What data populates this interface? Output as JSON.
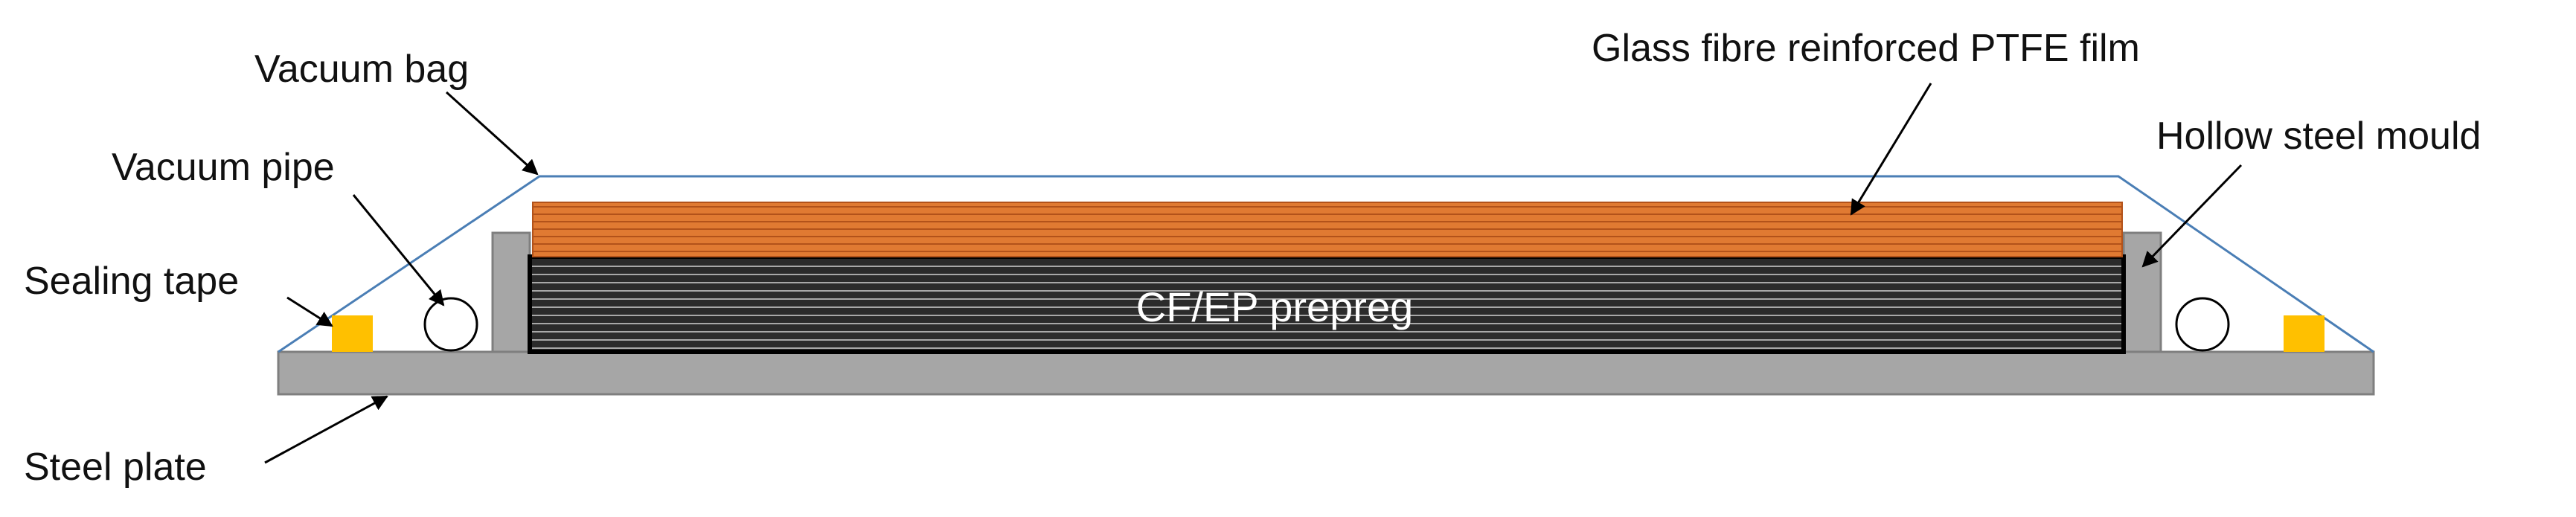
{
  "labels": {
    "vacuum_bag": "Vacuum bag",
    "vacuum_pipe": "Vacuum pipe",
    "sealing_tape": "Sealing tape",
    "steel_plate": "Steel plate",
    "ptfe_film": "Glass fibre reinforced PTFE film",
    "hollow_mould": "Hollow steel mould",
    "prepreg": "CF/EP prepreg"
  },
  "colors": {
    "steel": "#a6a6a6",
    "steel_edge": "#7f7f7f",
    "bag_line": "#4a7eb5",
    "ptfe_base": "#e07a32",
    "ptfe_stripe": "#b2521a",
    "prepreg_base": "#2b2b2b",
    "prepreg_stripe": "#b0b0b0",
    "sealing_tape": "#ffc000",
    "arrow": "#000000"
  }
}
